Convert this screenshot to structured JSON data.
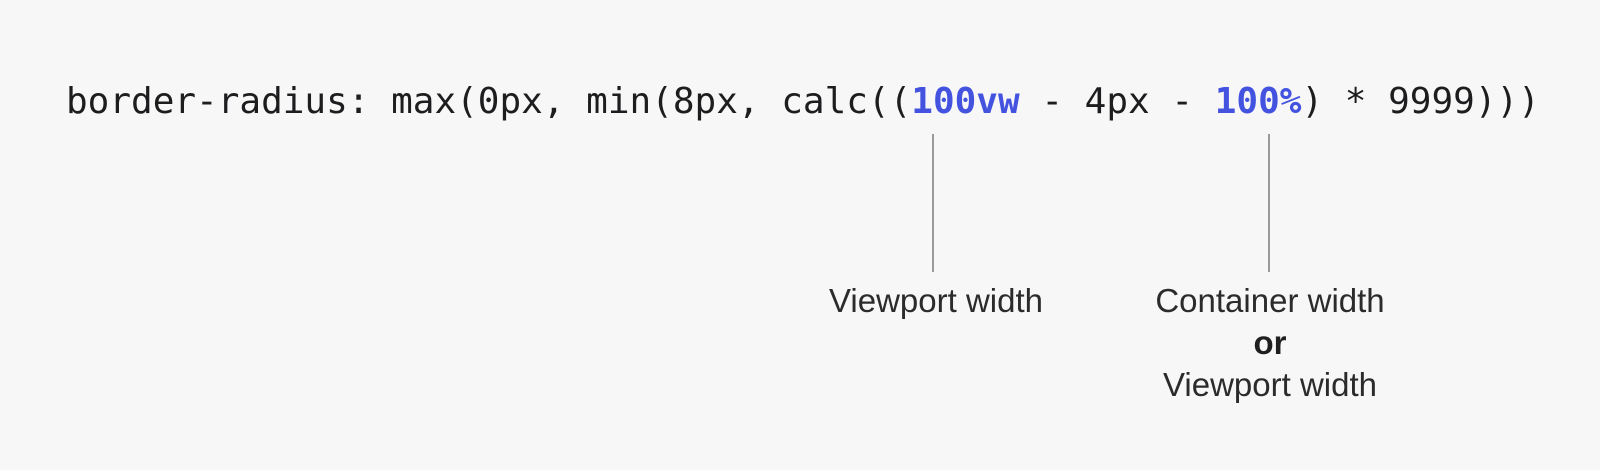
{
  "colors": {
    "background": "#f7f7f7",
    "code_text": "#1d1d1f",
    "highlight_blue": "#4353e0",
    "label_text": "#2b2b2b",
    "connector_gray": "#9b9b9b"
  },
  "code": {
    "full_text": "border-radius: max(0px, min(8px, calc((100vw - 4px - 100%) * 9999)))",
    "tokens": [
      {
        "text": "border-radius: max(0px, min(8px, calc((",
        "style": "plain"
      },
      {
        "text": "100vw",
        "style": "highlight"
      },
      {
        "text": " - 4px - ",
        "style": "plain"
      },
      {
        "text": "100%",
        "style": "highlight"
      },
      {
        "text": ") * 9999)))",
        "style": "plain"
      }
    ]
  },
  "annotations": [
    {
      "target_token": "100vw",
      "label_lines": [
        "Viewport width"
      ]
    },
    {
      "target_token": "100%",
      "label_lines": [
        "Container width",
        "or",
        "Viewport width"
      ]
    }
  ]
}
